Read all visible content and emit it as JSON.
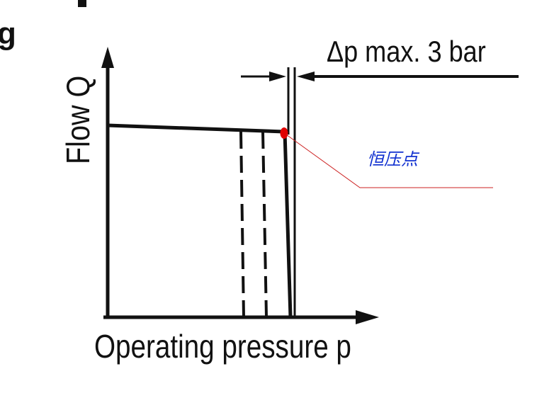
{
  "diagram": {
    "cropped_left_glyph": "g",
    "y_axis_label": "Flow Q",
    "x_axis_label": "Operating pressure p",
    "delta_label": "Δp max. 3 bar",
    "annotation_label": "恒压点",
    "colors": {
      "line": "#111111",
      "marker": "#e00000",
      "leader": "#cc2020",
      "annotation_text": "#1030d0"
    }
  }
}
